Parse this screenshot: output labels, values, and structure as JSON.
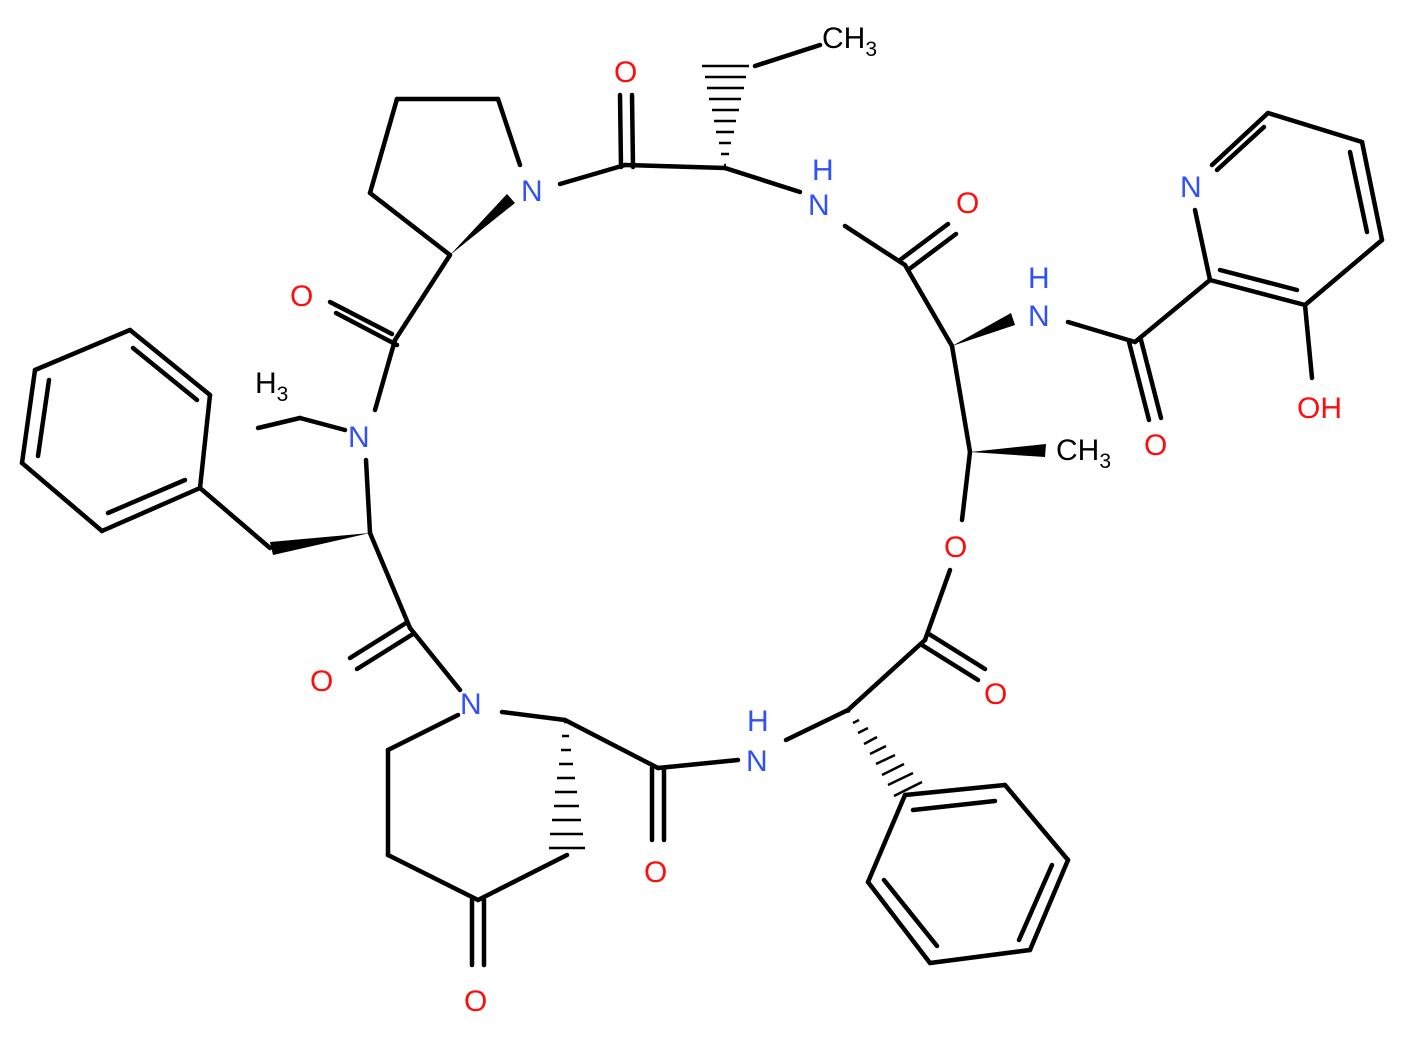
{
  "molecule": {
    "colors": {
      "bond": "#000000",
      "oxygen": "#ff0d0d",
      "nitrogen": "#3050f8",
      "carbon": "#000000",
      "background": "#ffffff"
    },
    "labels": {
      "ch3_top": "CH",
      "ch3_top_sub": "3",
      "o_top": "O",
      "n_pro": "N",
      "nh_top": "N",
      "h_top": "H",
      "o_amide_right": "O",
      "n_pyridine": "N",
      "nh_right": "N",
      "h_right": "H",
      "oh": "OH",
      "o_picolinamide": "O",
      "ch3_thr": "CH",
      "ch3_thr_sub": "3",
      "o_ester": "O",
      "o_ester_carbonyl": "O",
      "nh_bottom": "N",
      "h_bottom": "H",
      "o_bottom_amide": "O",
      "o_ketone": "O",
      "n_pip": "N",
      "o_phe_carbonyl": "O",
      "n_methyl": "N",
      "h3_nme": "H",
      "h3_nme_sub": "3",
      "o_pro_carbonyl": "O"
    }
  }
}
